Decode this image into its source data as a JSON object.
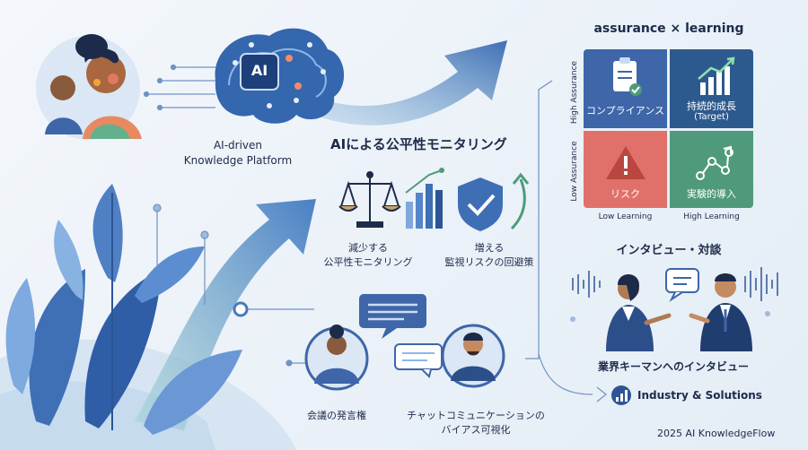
{
  "platform": {
    "line1": "AI-driven",
    "line2": "Knowledge Platform",
    "ai_chip": "AI"
  },
  "fairness": {
    "title": "AIによる公平性モニタリング",
    "left_caption_1": "減少する",
    "left_caption_2": "公平性モニタリング",
    "right_caption_1": "増える",
    "right_caption_2": "監視リスクの回避策"
  },
  "matrix": {
    "title": "assurance × learning",
    "y_axis_high": "High Assurance",
    "y_axis_low": "Low Assurance",
    "x_axis_low": "Low Learning",
    "x_axis_high": "High Learning",
    "quadrants": {
      "top_left": "コンプライアンス",
      "top_right_1": "持続的成長",
      "top_right_2": "(Target)",
      "bottom_left": "リスク",
      "bottom_right": "実験的導入"
    },
    "colors": {
      "top_left": "#3e66a8",
      "top_right": "#2d5a8e",
      "bottom_left": "#e0716a",
      "bottom_right": "#4f9a7a"
    }
  },
  "interview": {
    "title": "インタビュー・対談",
    "caption": "業界キーマンへのインタビュー"
  },
  "chat": {
    "left_caption": "会議の発言権",
    "right_caption_1": "チャットコミュニケーションの",
    "right_caption_2": "バイアス可視化"
  },
  "industry": {
    "label": "Industry & Solutions"
  },
  "footer": {
    "credit": "2025 AI KnowledgeFlow"
  }
}
